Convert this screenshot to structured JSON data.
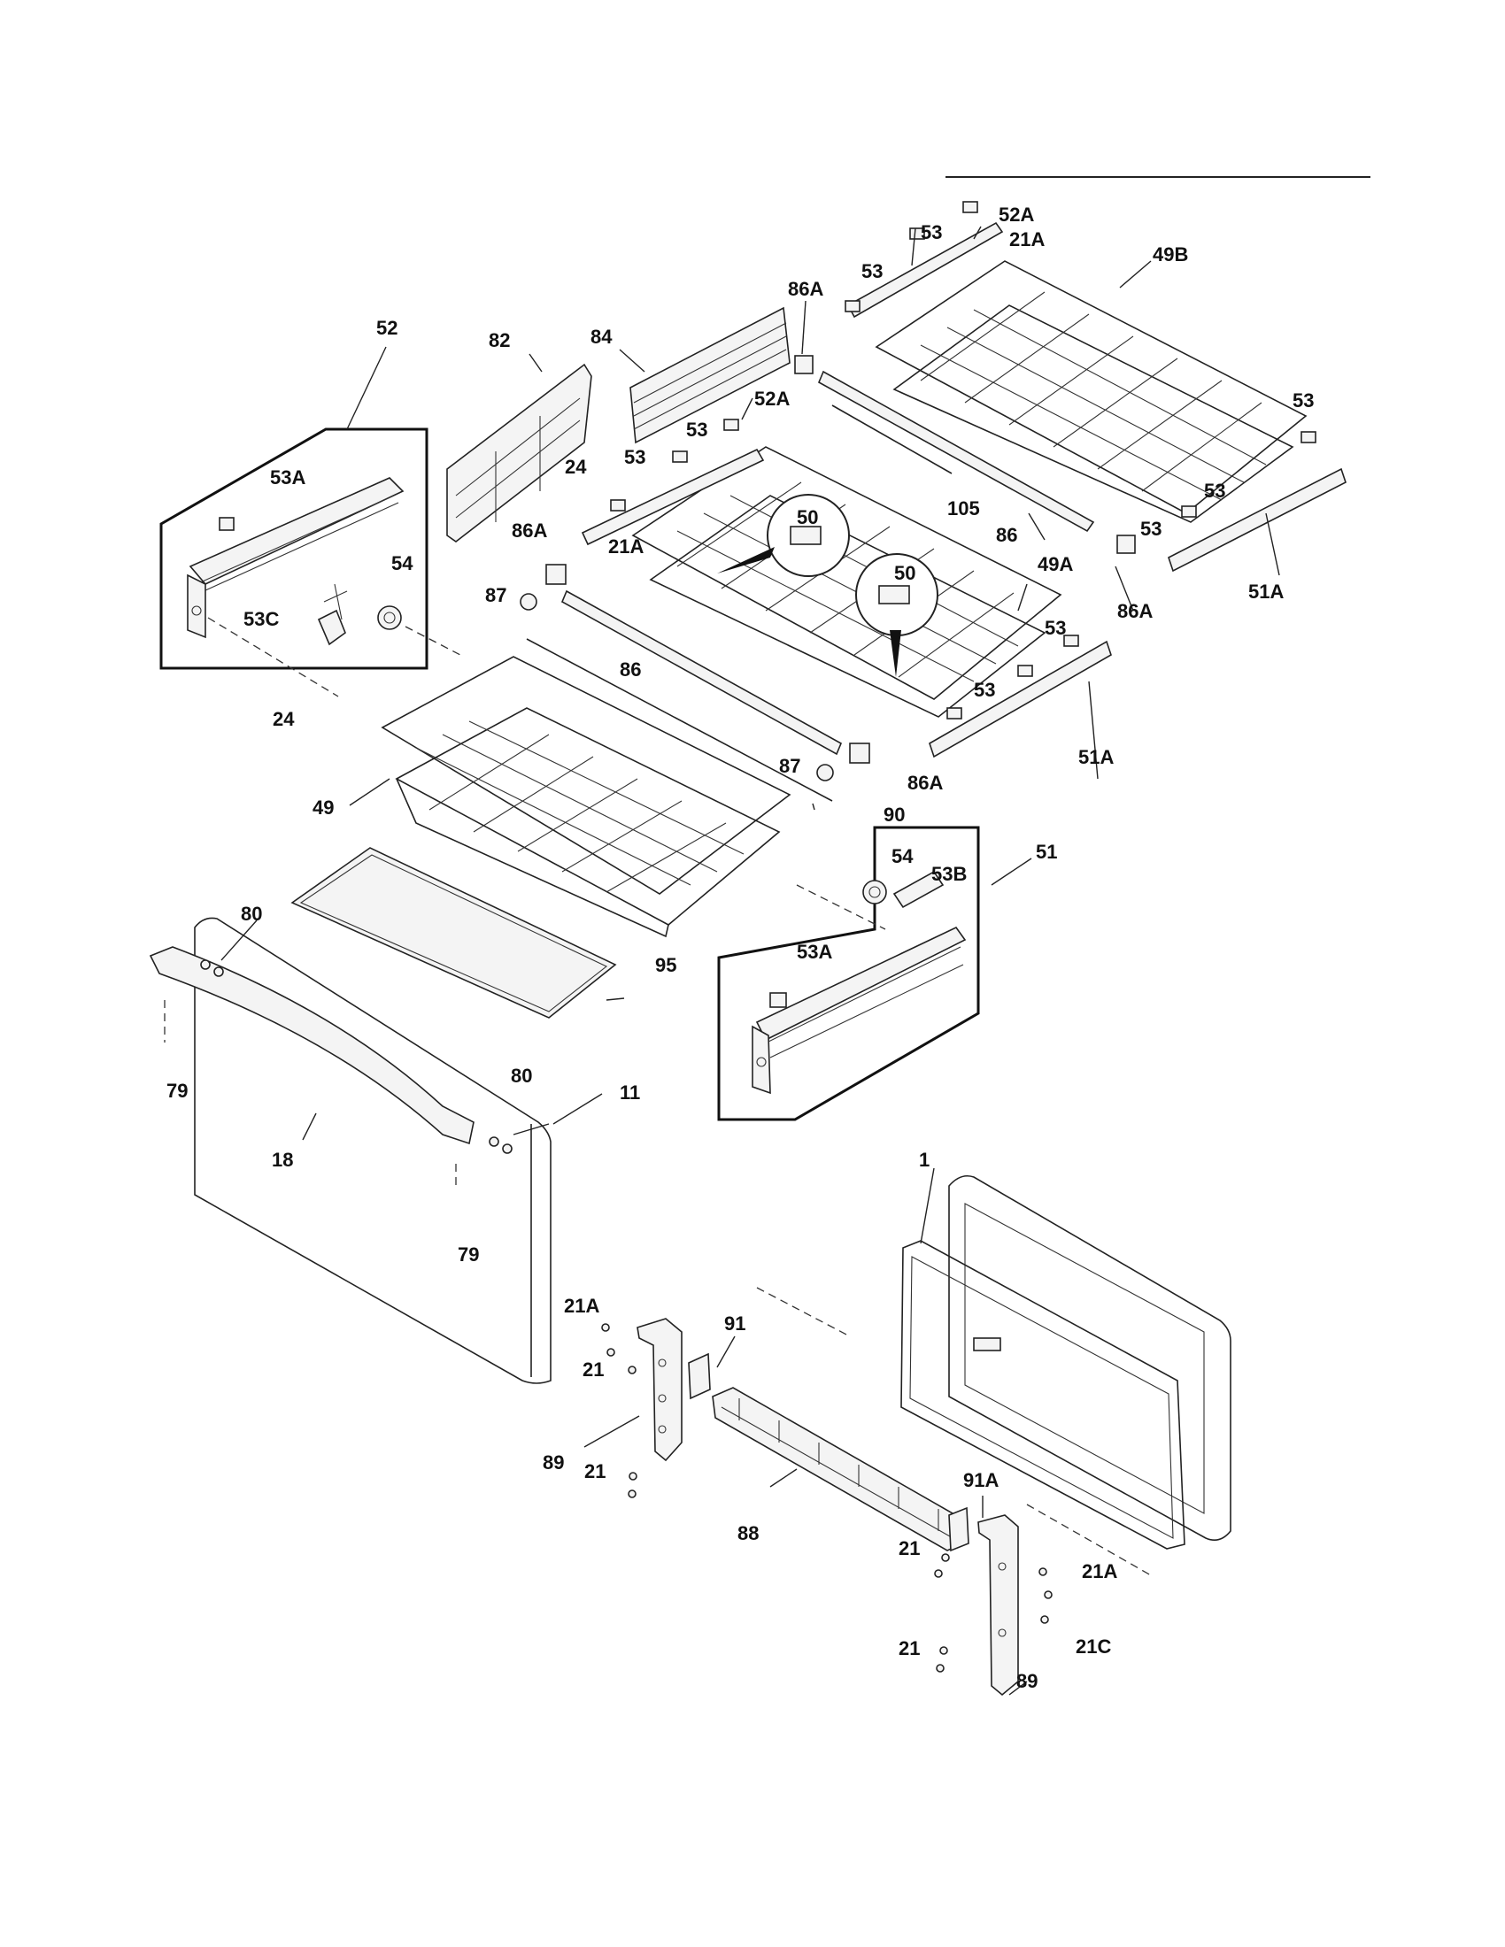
{
  "labels": [
    {
      "id": "52",
      "text": "52"
    },
    {
      "id": "53A-left",
      "text": "53A"
    },
    {
      "id": "54-left",
      "text": "54"
    },
    {
      "id": "53C",
      "text": "53C"
    },
    {
      "id": "24-lower",
      "text": "24"
    },
    {
      "id": "82",
      "text": "82"
    },
    {
      "id": "84",
      "text": "84"
    },
    {
      "id": "86A-top",
      "text": "86A"
    },
    {
      "id": "53-top1",
      "text": "53"
    },
    {
      "id": "52A-top",
      "text": "52A"
    },
    {
      "id": "53-top2",
      "text": "53"
    },
    {
      "id": "21A-top",
      "text": "21A"
    },
    {
      "id": "49B",
      "text": "49B"
    },
    {
      "id": "52A-mid",
      "text": "52A"
    },
    {
      "id": "53-mid1",
      "text": "53"
    },
    {
      "id": "24-upper",
      "text": "24"
    },
    {
      "id": "53-mid2",
      "text": "53"
    },
    {
      "id": "86A-left",
      "text": "86A"
    },
    {
      "id": "21A-mid",
      "text": "21A"
    },
    {
      "id": "87-left",
      "text": "87"
    },
    {
      "id": "50-upper",
      "text": "50"
    },
    {
      "id": "50-lower",
      "text": "50"
    },
    {
      "id": "105",
      "text": "105"
    },
    {
      "id": "86-right",
      "text": "86"
    },
    {
      "id": "53-right1",
      "text": "53"
    },
    {
      "id": "53-right2",
      "text": "53"
    },
    {
      "id": "53-right3",
      "text": "53"
    },
    {
      "id": "86A-right",
      "text": "86A"
    },
    {
      "id": "51A-right",
      "text": "51A"
    },
    {
      "id": "49A",
      "text": "49A"
    },
    {
      "id": "53-right4",
      "text": "53"
    },
    {
      "id": "53-right5",
      "text": "53"
    },
    {
      "id": "51A-lower",
      "text": "51A"
    },
    {
      "id": "86-left",
      "text": "86"
    },
    {
      "id": "87-right",
      "text": "87"
    },
    {
      "id": "86A-lower",
      "text": "86A"
    },
    {
      "id": "49",
      "text": "49"
    },
    {
      "id": "90",
      "text": "90"
    },
    {
      "id": "51",
      "text": "51"
    },
    {
      "id": "54-right",
      "text": "54"
    },
    {
      "id": "53B",
      "text": "53B"
    },
    {
      "id": "53A-right",
      "text": "53A"
    },
    {
      "id": "80-left",
      "text": "80"
    },
    {
      "id": "95",
      "text": "95"
    },
    {
      "id": "79-left",
      "text": "79"
    },
    {
      "id": "80-right",
      "text": "80"
    },
    {
      "id": "11",
      "text": "11"
    },
    {
      "id": "18",
      "text": "18"
    },
    {
      "id": "79-right",
      "text": "79"
    },
    {
      "id": "1",
      "text": "1"
    },
    {
      "id": "21A-bl",
      "text": "21A"
    },
    {
      "id": "91",
      "text": "91"
    },
    {
      "id": "21-a",
      "text": "21"
    },
    {
      "id": "89-left",
      "text": "89"
    },
    {
      "id": "21-b",
      "text": "21"
    },
    {
      "id": "88",
      "text": "88"
    },
    {
      "id": "91A",
      "text": "91A"
    },
    {
      "id": "21-c",
      "text": "21"
    },
    {
      "id": "21A-br",
      "text": "21A"
    },
    {
      "id": "21C",
      "text": "21C"
    },
    {
      "id": "21-d",
      "text": "21"
    },
    {
      "id": "89-right",
      "text": "89"
    }
  ]
}
